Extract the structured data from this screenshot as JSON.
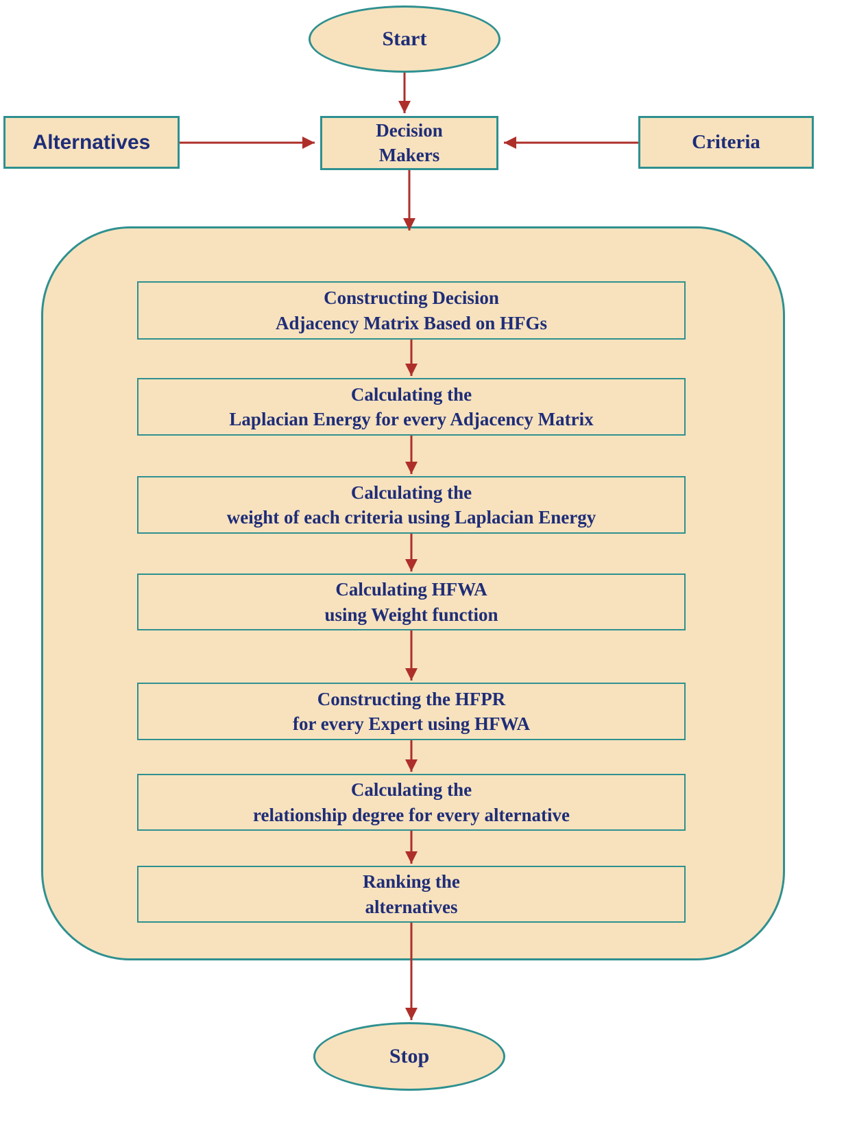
{
  "colors": {
    "node_fill": "#f7e2bd",
    "node_border": "#2f9090",
    "text": "#1f2d78",
    "arrow": "#ae2f2a",
    "background": "#ffffff"
  },
  "nodes": {
    "start": {
      "label": "Start"
    },
    "alternatives": {
      "label": "Alternatives"
    },
    "decision_makers": {
      "line1": "Decision",
      "line2": "Makers"
    },
    "criteria": {
      "label": "Criteria"
    },
    "stop": {
      "label": "Stop"
    },
    "steps": [
      {
        "line1": "Constructing Decision",
        "line2": "Adjacency Matrix Based on HFGs"
      },
      {
        "line1": "Calculating the",
        "line2": "Laplacian Energy for every Adjacency Matrix"
      },
      {
        "line1": "Calculating the",
        "line2": "weight of each criteria using Laplacian Energy"
      },
      {
        "line1": "Calculating HFWA",
        "line2": "using Weight function"
      },
      {
        "line1": "Constructing the HFPR",
        "line2": "for every Expert using HFWA"
      },
      {
        "line1": "Calculating the",
        "line2": "relationship degree for every alternative"
      },
      {
        "line1": "Ranking the",
        "line2": "alternatives"
      }
    ]
  }
}
